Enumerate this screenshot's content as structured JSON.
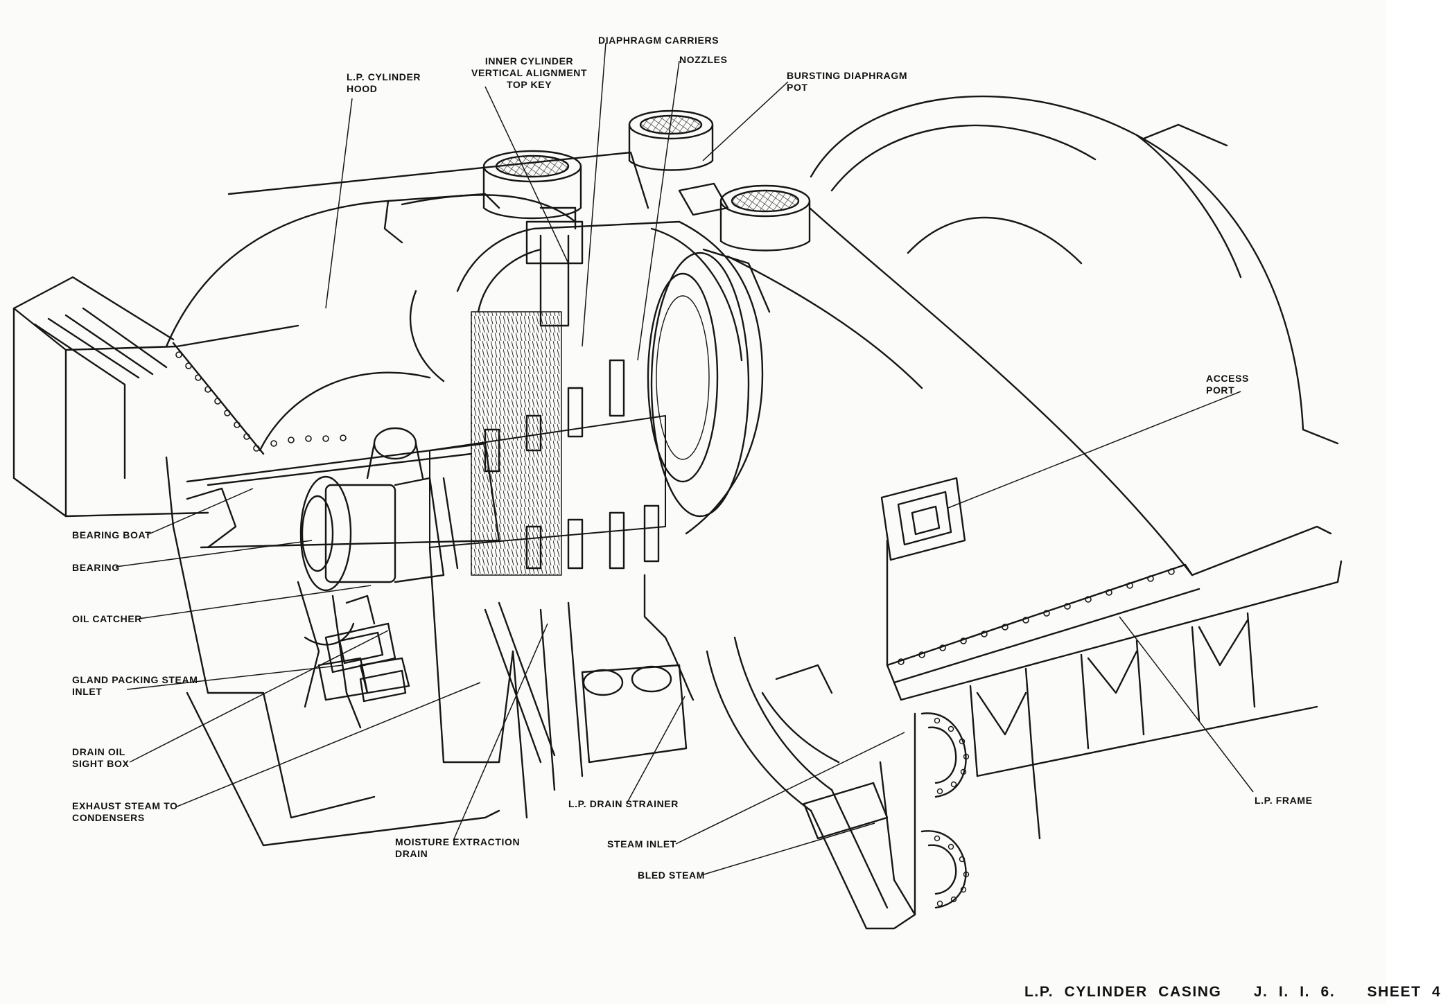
{
  "diagram": {
    "caption": "L.P. CYLINDER CASING   J. I. I. 6.   SHEET 4",
    "labels": {
      "lp_cylinder_hood": [
        "L.P. CYLINDER",
        "HOOD"
      ],
      "inner_cylinder_key": [
        "INNER CYLINDER",
        "VERTICAL ALIGNMENT",
        "TOP KEY"
      ],
      "diaphragm_carriers": "DIAPHRAGM CARRIERS",
      "nozzles": "NOZZLES",
      "bursting_diaphragm_pot": [
        "BURSTING DIAPHRAGM",
        "POT"
      ],
      "access_port": [
        "ACCESS",
        "PORT"
      ],
      "bearing_boat": "BEARING BOAT",
      "bearing": "BEARING",
      "oil_catcher": "OIL CATCHER",
      "gland_packing_steam_inlet": [
        "GLAND PACKING STEAM",
        "INLET"
      ],
      "drain_oil_sight_box": [
        "DRAIN OIL",
        "SIGHT BOX"
      ],
      "exhaust_steam": [
        "EXHAUST STEAM TO",
        "CONDENSERS"
      ],
      "moisture_extraction_drain": [
        "MOISTURE EXTRACTION",
        "DRAIN"
      ],
      "lp_drain_strainer": "L.P. DRAIN STRAINER",
      "steam_inlet": "STEAM INLET",
      "bled_steam": "BLED STEAM",
      "lp_frame": "L.P. FRAME"
    }
  }
}
